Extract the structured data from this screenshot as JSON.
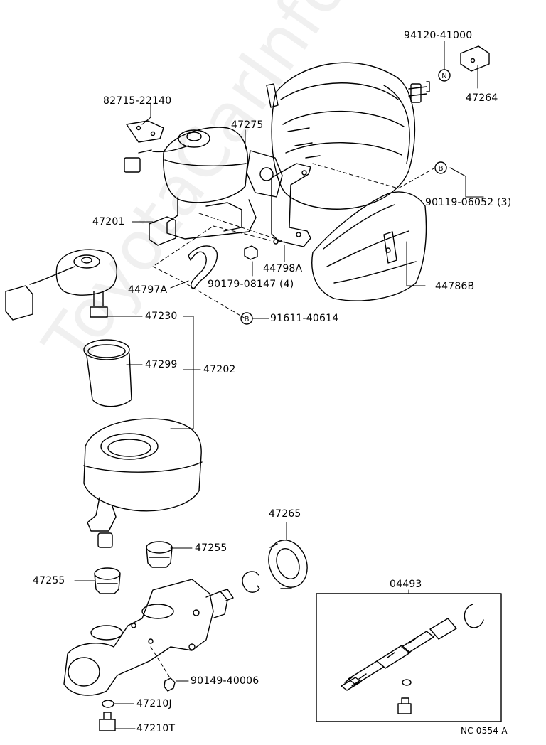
{
  "watermark": "ToyotaCarInfo.ru",
  "figure_code": "NC 0554-A",
  "callouts": {
    "c94120": "94120-41000",
    "c47264": "47264",
    "c82715": "82715-22140",
    "c47275": "47275",
    "c90119": "90119-06052 (3)",
    "c47201": "47201",
    "c44798a": "44798A",
    "c44797a": "44797A",
    "c90179": "90179-08147 (4)",
    "c44786b": "44786B",
    "c91611": "91611-40614",
    "c47230": "47230",
    "c47299": "47299",
    "c47202": "47202",
    "c47265": "47265",
    "c47255a": "47255",
    "c47255b": "47255",
    "c04493": "04493",
    "c90149": "90149-40006",
    "c47210j": "47210J",
    "c47210t": "47210T"
  },
  "markers": {
    "nut": "N",
    "bolt_a": "B",
    "bolt_b": "B"
  }
}
